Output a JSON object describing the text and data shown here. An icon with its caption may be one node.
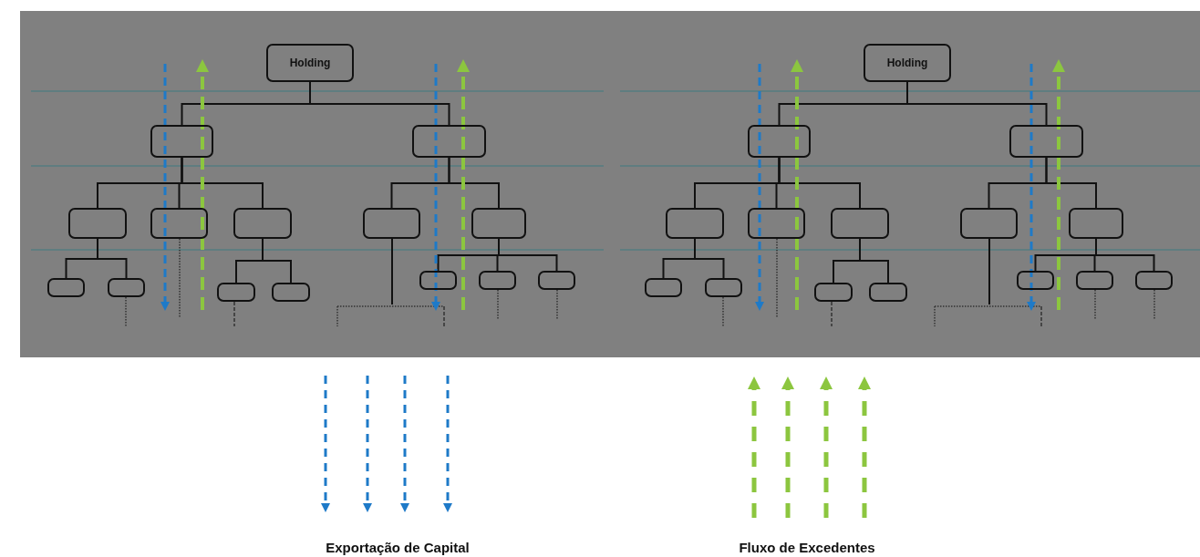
{
  "diagram": {
    "nodes": [
      {
        "text": [
          "Holding"
        ]
      },
      {
        "text": [],
        "shape": "box"
      },
      {
        "text": [],
        "shape": "box"
      },
      {
        "text": [],
        "shape": "box"
      },
      {
        "text": [],
        "shape": "box"
      },
      {
        "text": [],
        "shape": "box"
      },
      {
        "text": [],
        "shape": "box"
      },
      {
        "text": [],
        "shape": "box"
      },
      {
        "text": [],
        "shape": "box"
      },
      {
        "text": [],
        "shape": "box"
      },
      {
        "text": [],
        "shape": "box"
      },
      {
        "text": [],
        "shape": "box"
      },
      {
        "text": [],
        "shape": "box"
      },
      {
        "text": [],
        "shape": "box"
      },
      {
        "text": [],
        "shape": "box"
      },
      {
        "text": [
          "Holding"
        ]
      },
      {
        "text": [],
        "shape": "box"
      },
      {
        "text": [],
        "shape": "box"
      },
      {
        "text": [],
        "shape": "box"
      },
      {
        "text": [],
        "shape": "box"
      },
      {
        "text": [],
        "shape": "box"
      },
      {
        "text": [],
        "shape": "box"
      },
      {
        "text": [],
        "shape": "box"
      },
      {
        "text": [],
        "shape": "box"
      },
      {
        "text": [],
        "shape": "box"
      },
      {
        "text": [],
        "shape": "box"
      },
      {
        "text": [],
        "shape": "box"
      },
      {
        "text": [],
        "shape": "box"
      },
      {
        "text": [],
        "shape": "box"
      },
      {
        "text": [],
        "shape": "box"
      }
    ],
    "edges": [
      {
        "from": 0,
        "to": 1,
        "arrow": "none"
      },
      {
        "from": 0,
        "to": 2,
        "arrow": "none"
      },
      {
        "from": 1,
        "to": 3,
        "arrow": "none"
      },
      {
        "from": 1,
        "to": 4,
        "arrow": "none"
      },
      {
        "from": 1,
        "to": 5,
        "arrow": "none"
      },
      {
        "from": 2,
        "to": 6,
        "arrow": "none"
      },
      {
        "from": 2,
        "to": 7,
        "arrow": "none"
      },
      {
        "from": 3,
        "to": 8,
        "arrow": "none"
      },
      {
        "from": 3,
        "to": 9,
        "arrow": "none"
      },
      {
        "from": 5,
        "to": 10,
        "arrow": "none"
      },
      {
        "from": 5,
        "to": 11,
        "arrow": "none"
      },
      {
        "from": 7,
        "to": 12,
        "arrow": "none"
      },
      {
        "from": 7,
        "to": 13,
        "arrow": "none"
      },
      {
        "from": 7,
        "to": 14,
        "arrow": "none"
      },
      {
        "from": 15,
        "to": 16,
        "arrow": "none"
      },
      {
        "from": 15,
        "to": 17,
        "arrow": "none"
      },
      {
        "from": 16,
        "to": 18,
        "arrow": "none"
      },
      {
        "from": 16,
        "to": 19,
        "arrow": "none"
      },
      {
        "from": 16,
        "to": 20,
        "arrow": "none"
      },
      {
        "from": 17,
        "to": 21,
        "arrow": "none"
      },
      {
        "from": 17,
        "to": 22,
        "arrow": "none"
      },
      {
        "from": 18,
        "to": 23,
        "arrow": "none"
      },
      {
        "from": 18,
        "to": 24,
        "arrow": "none"
      },
      {
        "from": 20,
        "to": 25,
        "arrow": "none"
      },
      {
        "from": 20,
        "to": 26,
        "arrow": "none"
      },
      {
        "from": 22,
        "to": 27,
        "arrow": "none"
      },
      {
        "from": 22,
        "to": 28,
        "arrow": "none"
      },
      {
        "from": 22,
        "to": 29,
        "arrow": "none"
      }
    ],
    "labels": [
      "Exportação de Capital",
      "Fluxo de Excedentes"
    ]
  }
}
